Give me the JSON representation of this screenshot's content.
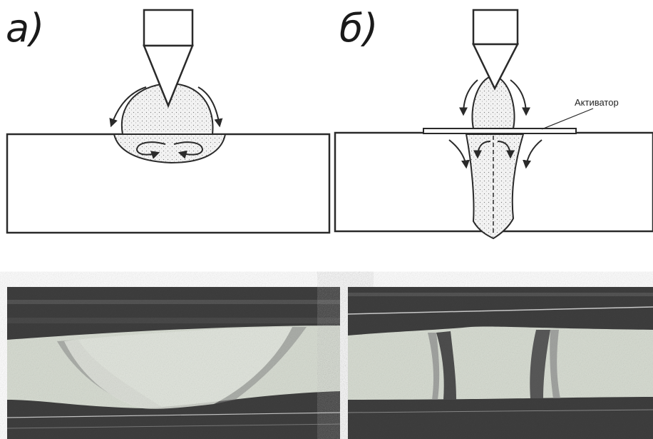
{
  "panel_labels": {
    "a": "а)",
    "b": "б)"
  },
  "activator_label": "Активатор",
  "colors": {
    "line": "#2a2a2a",
    "plate_fill": "#ffffff",
    "arc_fill": "#e9e9e9",
    "photo_dark": "#3f3f3f",
    "photo_light": "#d8ddd3",
    "fusion_dark": "#6e6e6e"
  }
}
